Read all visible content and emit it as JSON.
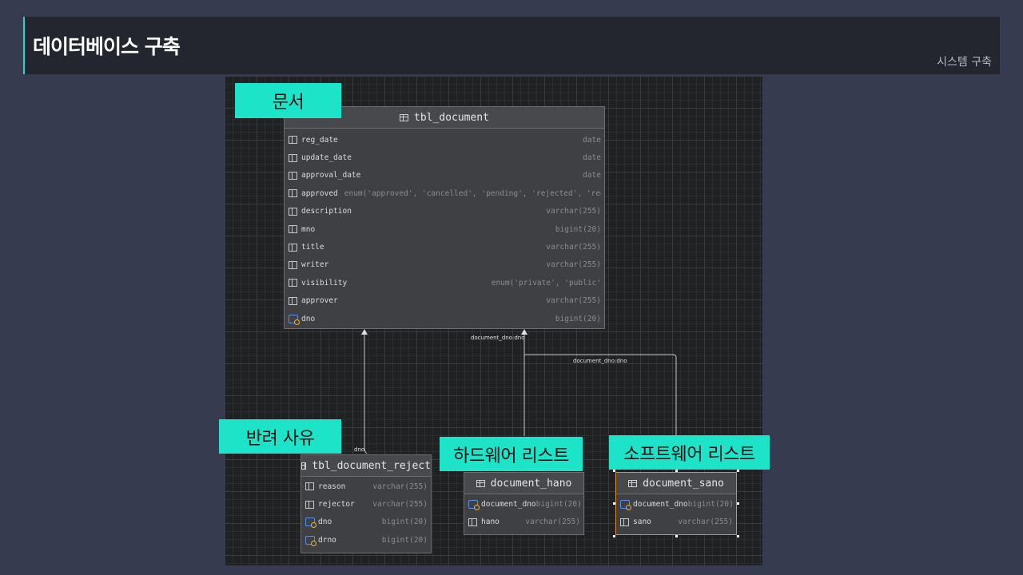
{
  "header": {
    "title": "데이터베이스 구축",
    "section": "시스템 구축"
  },
  "callouts": {
    "document": "문서",
    "reject": "반려 사유",
    "hardware": "하드웨어 리스트",
    "software": "소프트웨어 리스트"
  },
  "edges": {
    "fk_dno": "dno",
    "fk_hano": "document_dno:dno",
    "fk_sano": "document_dno:dno"
  },
  "tables": {
    "document": {
      "name": "tbl_document",
      "columns": [
        {
          "name": "reg_date",
          "type": "date",
          "key": "col"
        },
        {
          "name": "update_date",
          "type": "date",
          "key": "col"
        },
        {
          "name": "approval_date",
          "type": "date",
          "key": "col"
        },
        {
          "name": "approved",
          "type": "enum('approved', 'cancelled', 'pending', 'rejected', 'requeste",
          "key": "col"
        },
        {
          "name": "description",
          "type": "varchar(255)",
          "key": "col"
        },
        {
          "name": "mno",
          "type": "bigint(20)",
          "key": "col"
        },
        {
          "name": "title",
          "type": "varchar(255)",
          "key": "col"
        },
        {
          "name": "writer",
          "type": "varchar(255)",
          "key": "col"
        },
        {
          "name": "visibility",
          "type": "enum('private', 'public'",
          "key": "col"
        },
        {
          "name": "approver",
          "type": "varchar(255)",
          "key": "col"
        },
        {
          "name": "dno",
          "type": "bigint(20)",
          "key": "pk"
        }
      ]
    },
    "reject": {
      "name": "tbl_document_reject",
      "columns": [
        {
          "name": "reason",
          "type": "varchar(255)",
          "key": "col"
        },
        {
          "name": "rejector",
          "type": "varchar(255)",
          "key": "col"
        },
        {
          "name": "dno",
          "type": "bigint(20)",
          "key": "fk"
        },
        {
          "name": "drno",
          "type": "bigint(20)",
          "key": "pk"
        }
      ]
    },
    "hano": {
      "name": "document_hano",
      "columns": [
        {
          "name": "document_dno",
          "type": "bigint(20)",
          "key": "fk"
        },
        {
          "name": "hano",
          "type": "varchar(255)",
          "key": "col"
        }
      ]
    },
    "sano": {
      "name": "document_sano",
      "columns": [
        {
          "name": "document_dno",
          "type": "bigint(20)",
          "key": "fk"
        },
        {
          "name": "sano",
          "type": "varchar(255)",
          "key": "col"
        }
      ]
    }
  }
}
